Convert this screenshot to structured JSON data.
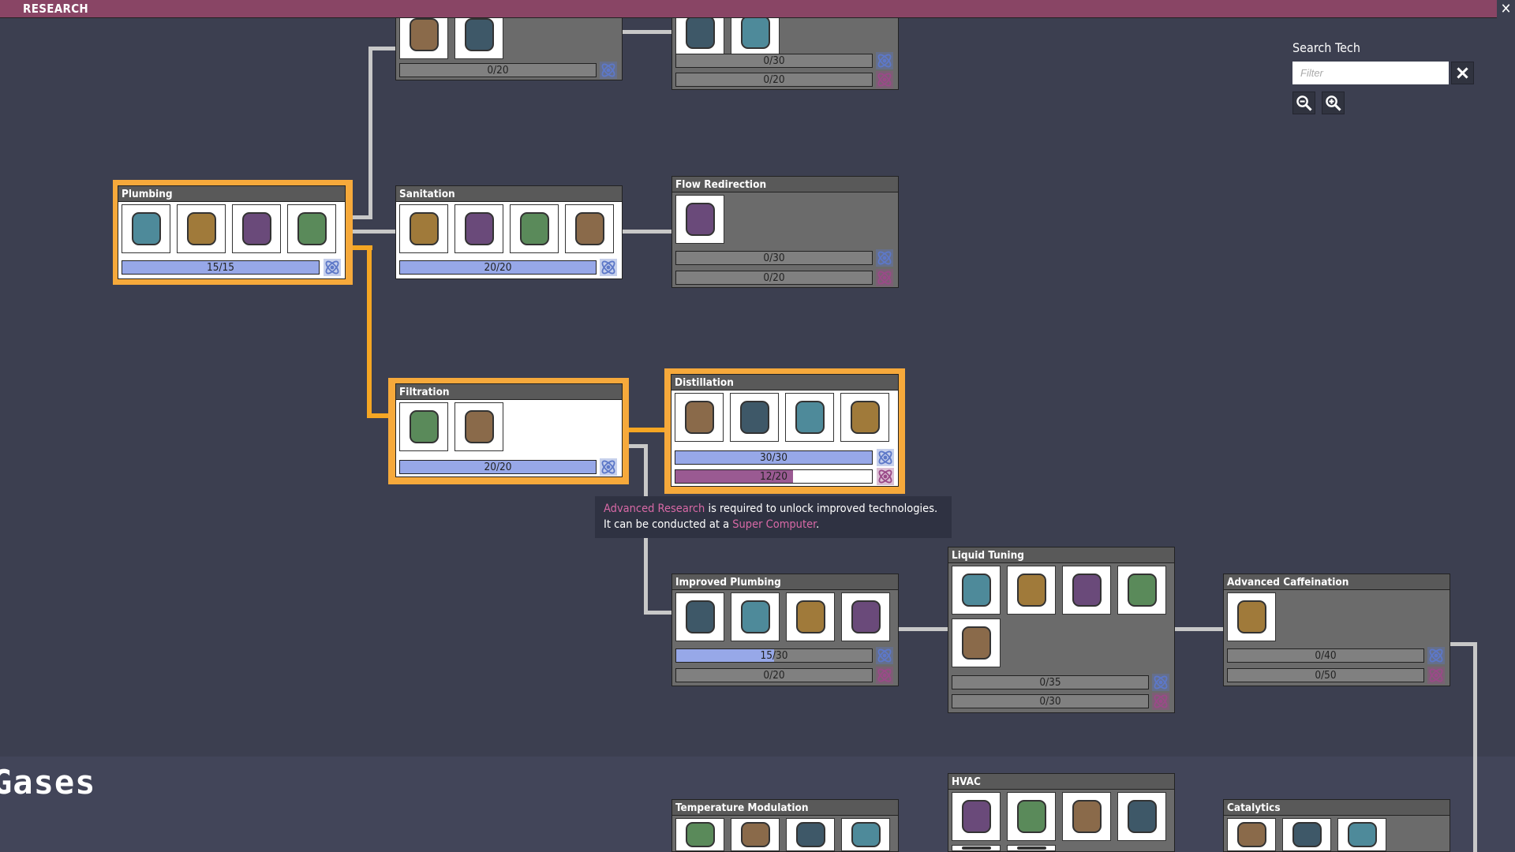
{
  "window": {
    "title": "RESEARCH",
    "close_icon": "close-icon"
  },
  "search": {
    "label": "Search Tech",
    "placeholder": "Filter",
    "value": "",
    "clear_icon": "close-icon",
    "zoom_out_icon": "zoom-out-icon",
    "zoom_in_icon": "zoom-in-icon"
  },
  "section_label": "Gases",
  "tooltip": {
    "highlight1": "Advanced Research",
    "text1": " is required to unlock improved technologies.",
    "text2a": "It can be conducted at a ",
    "highlight2": "Super Computer",
    "text2b": "."
  },
  "colors": {
    "basic_research": "#97a8e8",
    "advanced_research": "#9a5a92",
    "selected_frame": "#f6a93b"
  },
  "techs": [
    {
      "id": "top-left",
      "title": "",
      "state": "locked",
      "icons": [
        "water-sieve",
        "liquid-pump"
      ],
      "research": [
        {
          "type": "basic",
          "label": "0/20",
          "progress": 0
        }
      ]
    },
    {
      "id": "top-right",
      "title": "",
      "state": "locked",
      "icons": [
        "machine-a",
        "machine-b"
      ],
      "research": [
        {
          "type": "basic",
          "label": "0/30",
          "progress": 0
        },
        {
          "type": "advanced",
          "label": "0/20",
          "progress": 0
        }
      ]
    },
    {
      "id": "plumbing",
      "title": "Plumbing",
      "state": "selected",
      "icons": [
        "liquid-pipe",
        "liquid-vent",
        "liquid-valve",
        "pipe-bridge"
      ],
      "research": [
        {
          "type": "basic",
          "label": "15/15",
          "progress": 1
        }
      ]
    },
    {
      "id": "sanitation",
      "title": "Sanitation",
      "state": "done",
      "icons": [
        "sink",
        "wash-basin",
        "lavatory",
        "shower"
      ],
      "research": [
        {
          "type": "basic",
          "label": "20/20",
          "progress": 1
        }
      ]
    },
    {
      "id": "flow-redirection",
      "title": "Flow Redirection",
      "state": "locked",
      "icons": [
        "mechanized-valve"
      ],
      "research": [
        {
          "type": "basic",
          "label": "0/30",
          "progress": 0
        },
        {
          "type": "advanced",
          "label": "0/20",
          "progress": 0
        }
      ]
    },
    {
      "id": "filtration",
      "title": "Filtration",
      "state": "selected",
      "icons": [
        "liquid-filter",
        "gas-filter"
      ],
      "research": [
        {
          "type": "basic",
          "label": "20/20",
          "progress": 1
        }
      ]
    },
    {
      "id": "distillation",
      "title": "Distillation",
      "state": "selected",
      "icons": [
        "algae-distillery",
        "water-purifier",
        "desalinator",
        "oil-refinery"
      ],
      "research": [
        {
          "type": "basic",
          "label": "30/30",
          "progress": 1
        },
        {
          "type": "advanced",
          "label": "12/20",
          "progress": 0.6
        }
      ]
    },
    {
      "id": "improved-plumbing",
      "title": "Improved Plumbing",
      "state": "locked",
      "icons": [
        "insulated-pipe",
        "liquid-reservoir",
        "liquid-shutoff",
        "liquid-meter-valve"
      ],
      "research": [
        {
          "type": "basic",
          "label": "15/30",
          "progress": 0.5
        },
        {
          "type": "advanced",
          "label": "0/20",
          "progress": 0
        }
      ]
    },
    {
      "id": "liquid-tuning",
      "title": "Liquid Tuning",
      "state": "locked",
      "icons": [
        "liquid-element-sensor",
        "liquid-thermo-sensor",
        "liquid-germ-sensor",
        "radiant-pipe",
        "liquid-heater"
      ],
      "research": [
        {
          "type": "basic",
          "label": "0/35",
          "progress": 0
        },
        {
          "type": "advanced",
          "label": "0/30",
          "progress": 0
        }
      ]
    },
    {
      "id": "advanced-caffeination",
      "title": "Advanced Caffeination",
      "state": "locked",
      "icons": [
        "espresso-machine"
      ],
      "research": [
        {
          "type": "basic",
          "label": "0/40",
          "progress": 0
        },
        {
          "type": "advanced",
          "label": "0/50",
          "progress": 0
        }
      ]
    },
    {
      "id": "hvac",
      "title": "HVAC",
      "state": "locked",
      "icons": [
        "thermo-regulator",
        "gas-element-sensor",
        "gas-thermo-sensor",
        "insulated-gas-pipe",
        "more-a",
        "more-b"
      ],
      "research": []
    },
    {
      "id": "temperature-modulation",
      "title": "Temperature Modulation",
      "state": "locked",
      "icons": [
        "ice-fan",
        "ice-maker",
        "insulated-tile",
        "space-heater"
      ],
      "research": []
    },
    {
      "id": "catalytics",
      "title": "Catalytics",
      "state": "locked",
      "icons": [
        "oxylite-refinery",
        "fertilizer-synthesizer",
        "chlorinator"
      ],
      "research": []
    }
  ]
}
